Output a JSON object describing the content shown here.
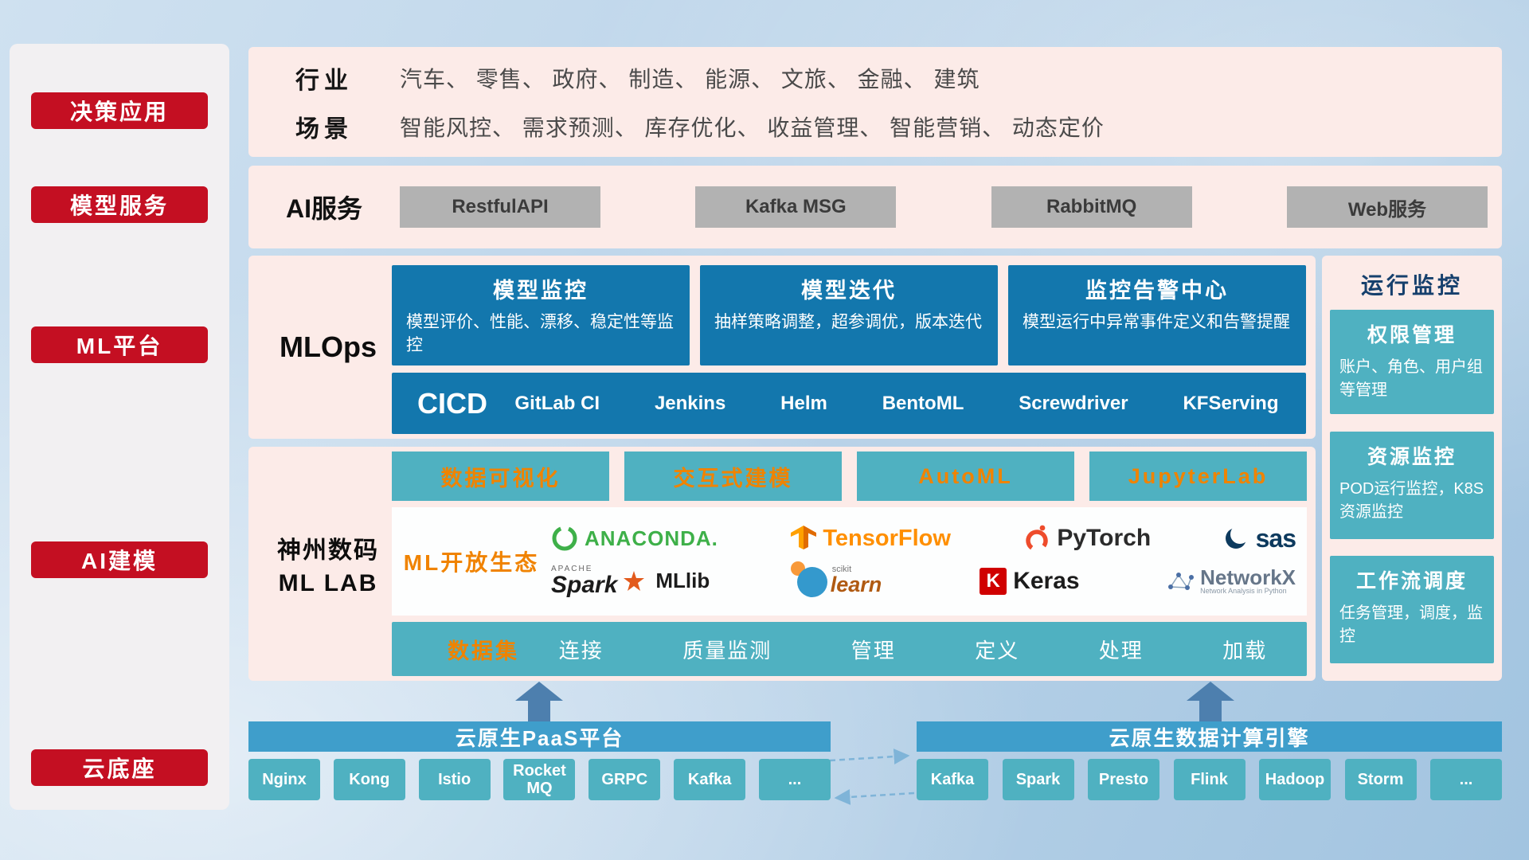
{
  "colors": {
    "accent_red": "#c40f22",
    "box_blue": "#1377ad",
    "teal": "#4fb1c1",
    "orange_text": "#f08300",
    "header_blue": "#3f9ecb",
    "navy_title": "#16406d",
    "gray_button": "#b2b2b2",
    "band_pink": "#fcebe8"
  },
  "sidebar": {
    "items": [
      {
        "label": "决策应用"
      },
      {
        "label": "模型服务"
      },
      {
        "label": "ML平台"
      },
      {
        "label": "AI建模"
      },
      {
        "label": "云底座"
      }
    ]
  },
  "industry": {
    "rows": [
      {
        "label": "行业",
        "text": "汽车、 零售、 政府、 制造、 能源、 文旅、 金融、 建筑"
      },
      {
        "label": "场景",
        "text": "智能风控、 需求预测、 库存优化、 收益管理、 智能营销、 动态定价"
      }
    ]
  },
  "ai_service": {
    "label": "AI服务",
    "buttons": [
      {
        "label": "RestfulAPI"
      },
      {
        "label": "Kafka MSG"
      },
      {
        "label": "RabbitMQ"
      },
      {
        "label": "Web服务"
      }
    ]
  },
  "mlops": {
    "label": "MLOps",
    "cards": [
      {
        "title": "模型监控",
        "desc": "模型评价、性能、漂移、稳定性等监控"
      },
      {
        "title": "模型迭代",
        "desc": "抽样策略调整，超参调优，版本迭代"
      },
      {
        "title": "监控告警中心",
        "desc": "模型运行中异常事件定义和告警提醒"
      }
    ],
    "cicd": {
      "label": "CICD",
      "items": [
        {
          "label": "GitLab CI"
        },
        {
          "label": "Jenkins"
        },
        {
          "label": "Helm"
        },
        {
          "label": "BentoML"
        },
        {
          "label": "Screwdriver"
        },
        {
          "label": "KFServing"
        }
      ]
    }
  },
  "mllab": {
    "label_line1": "神州数码",
    "label_line2": "ML LAB",
    "top_buttons": [
      {
        "label": "数据可视化"
      },
      {
        "label": "交互式建模"
      },
      {
        "label": "AutoML"
      },
      {
        "label": "JupyterLab"
      }
    ],
    "ecosystem": {
      "label": "ML开放生态",
      "logos": {
        "anaconda": {
          "text": "ANACONDA."
        },
        "tensorflow": {
          "text": "TensorFlow"
        },
        "pytorch": {
          "text": "PyTorch"
        },
        "sas": {
          "text": "sas"
        },
        "spark": {
          "apache": "APACHE",
          "text": "Spark",
          "lib": "MLlib"
        },
        "sklearn": {
          "sub": "scikit",
          "text": "learn"
        },
        "keras": {
          "letter": "K",
          "text": "Keras"
        },
        "networkx": {
          "text": "NetworkX",
          "sub": "Network Analysis in Python"
        }
      }
    },
    "dataset": {
      "label": "数据集",
      "items": [
        {
          "label": "连接"
        },
        {
          "label": "质量监测"
        },
        {
          "label": "管理"
        },
        {
          "label": "定义"
        },
        {
          "label": "处理"
        },
        {
          "label": "加载"
        }
      ]
    }
  },
  "monitoring": {
    "title": "运行监控",
    "cards": [
      {
        "title": "权限管理",
        "desc": "账户、角色、用户组等管理"
      },
      {
        "title": "资源监控",
        "desc": "POD运行监控，K8S资源监控"
      },
      {
        "title": "工作流调度",
        "desc": "任务管理，调度，监控"
      }
    ]
  },
  "foundation": {
    "paas": {
      "title": "云原生PaaS平台",
      "items": [
        {
          "label": "Nginx"
        },
        {
          "label": "Kong"
        },
        {
          "label": "Istio"
        },
        {
          "label": "RocketMQ"
        },
        {
          "label": "GRPC"
        },
        {
          "label": "Kafka"
        },
        {
          "label": "..."
        }
      ]
    },
    "engine": {
      "title": "云原生数据计算引擎",
      "items": [
        {
          "label": "Kafka"
        },
        {
          "label": "Spark"
        },
        {
          "label": "Presto"
        },
        {
          "label": "Flink"
        },
        {
          "label": "Hadoop"
        },
        {
          "label": "Storm"
        },
        {
          "label": "..."
        }
      ]
    }
  }
}
